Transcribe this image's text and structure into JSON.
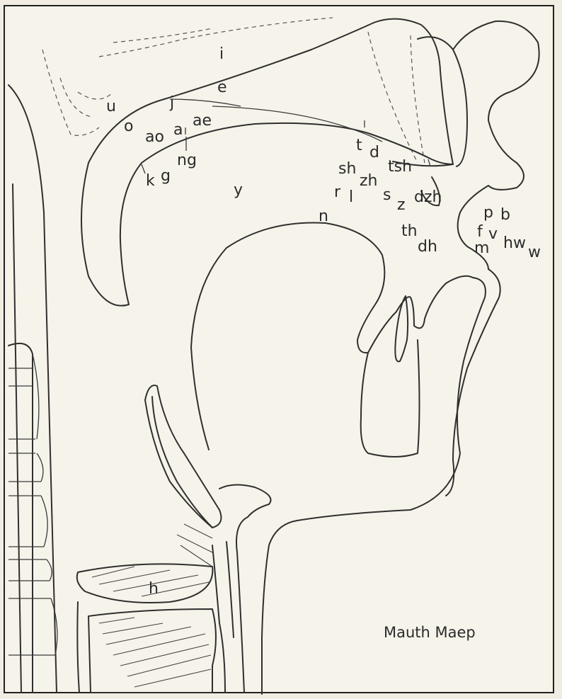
{
  "diagram": {
    "caption": "Mauth Maep",
    "labels": {
      "i": "i",
      "e": "e",
      "u": "u",
      "j": "j",
      "o": "o",
      "ae": "ae",
      "ao": "ao",
      "a": "a",
      "ng": "ng",
      "k": "k",
      "g": "g",
      "y": "y",
      "t": "t",
      "d": "d",
      "tsh": "tsh",
      "sh": "sh",
      "zh": "zh",
      "s": "s",
      "z": "z",
      "dzh": "dzh",
      "r": "r",
      "l": "l",
      "n": "n",
      "th": "th",
      "dh": "dh",
      "p": "p",
      "b": "b",
      "f": "f",
      "v": "v",
      "hw": "hw",
      "w": "w",
      "m": "m",
      "h": "h"
    }
  }
}
